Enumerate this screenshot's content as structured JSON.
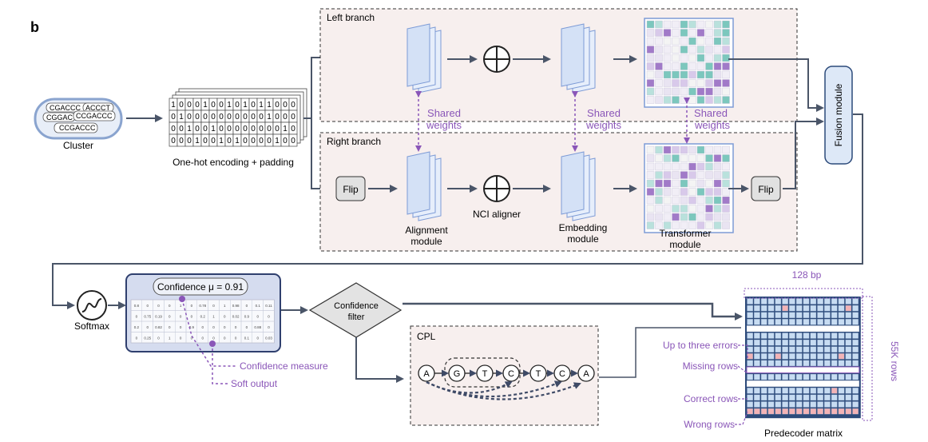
{
  "panel_label": "b",
  "cluster": {
    "label": "Cluster",
    "sequences": [
      "CGACCC",
      "ACCCT",
      "CGGAC",
      "CCGACCC",
      "CCGACCC"
    ]
  },
  "onehot": {
    "label": "One-hot encoding + padding",
    "rows": [
      "1000100101011000",
      "0100000000001000",
      "0010010000000010",
      "0001001010000100"
    ]
  },
  "left_branch": {
    "label": "Left branch"
  },
  "right_branch": {
    "label": "Right branch"
  },
  "shared_weights": {
    "label1": "Shared",
    "label2": "weights"
  },
  "flip_label": "Flip",
  "nci_aligner": "NCI aligner",
  "alignment_module": {
    "line1": "Alignment",
    "line2": "module"
  },
  "embedding_module": {
    "line1": "Embedding",
    "line2": "module"
  },
  "transformer_module": {
    "line1": "Transformer",
    "line2": "module"
  },
  "fusion_module": "Fusion module",
  "softmax": "Softmax",
  "confidence_box": {
    "title": "Confidence μ = 0.91",
    "rows": [
      [
        "0.8",
        "0",
        "0",
        "0",
        "1",
        "0",
        "0.78",
        "0",
        "1",
        "0.98",
        "0",
        "0.1",
        "0.11"
      ],
      [
        "0",
        "0.75",
        "0.19",
        "0",
        "0",
        "0",
        "0.2",
        "1",
        "0",
        "0.02",
        "0.9",
        "0",
        "0"
      ],
      [
        "0.2",
        "0",
        "0.82",
        "0",
        "0",
        "0.9",
        "0",
        "0",
        "0",
        "0",
        "0",
        "0.88",
        "0"
      ],
      [
        "0",
        "0.25",
        "0",
        "1",
        "0",
        "0",
        "0",
        "0",
        "0",
        "0",
        "0.1",
        "0",
        "0.03"
      ]
    ]
  },
  "confidence_measure": "Confidence measure",
  "soft_output": "Soft output",
  "confidence_filter": {
    "line1": "Confidence",
    "line2": "filter"
  },
  "cpl": {
    "label": "CPL",
    "nodes": [
      "A",
      "G",
      "T",
      "C",
      "T",
      "C",
      "A"
    ]
  },
  "predecoder": {
    "label": "Predecoder matrix",
    "width_label": "128 bp",
    "height_label": "55K rows",
    "annotations": [
      "Up to three errors",
      "Missing rows",
      "Correct rows",
      "Wrong rows"
    ]
  },
  "colors": {
    "arrow": "#4a5568",
    "purple": "#8a56b8",
    "teal": "#7cc7bd",
    "module_blue": "#c9d9f2",
    "fusion_bg": "#dde8f7",
    "conf_box": "#d5dcef",
    "predecoder_cell": "#c7dcf2",
    "error_cell": "#f2b3b6"
  }
}
